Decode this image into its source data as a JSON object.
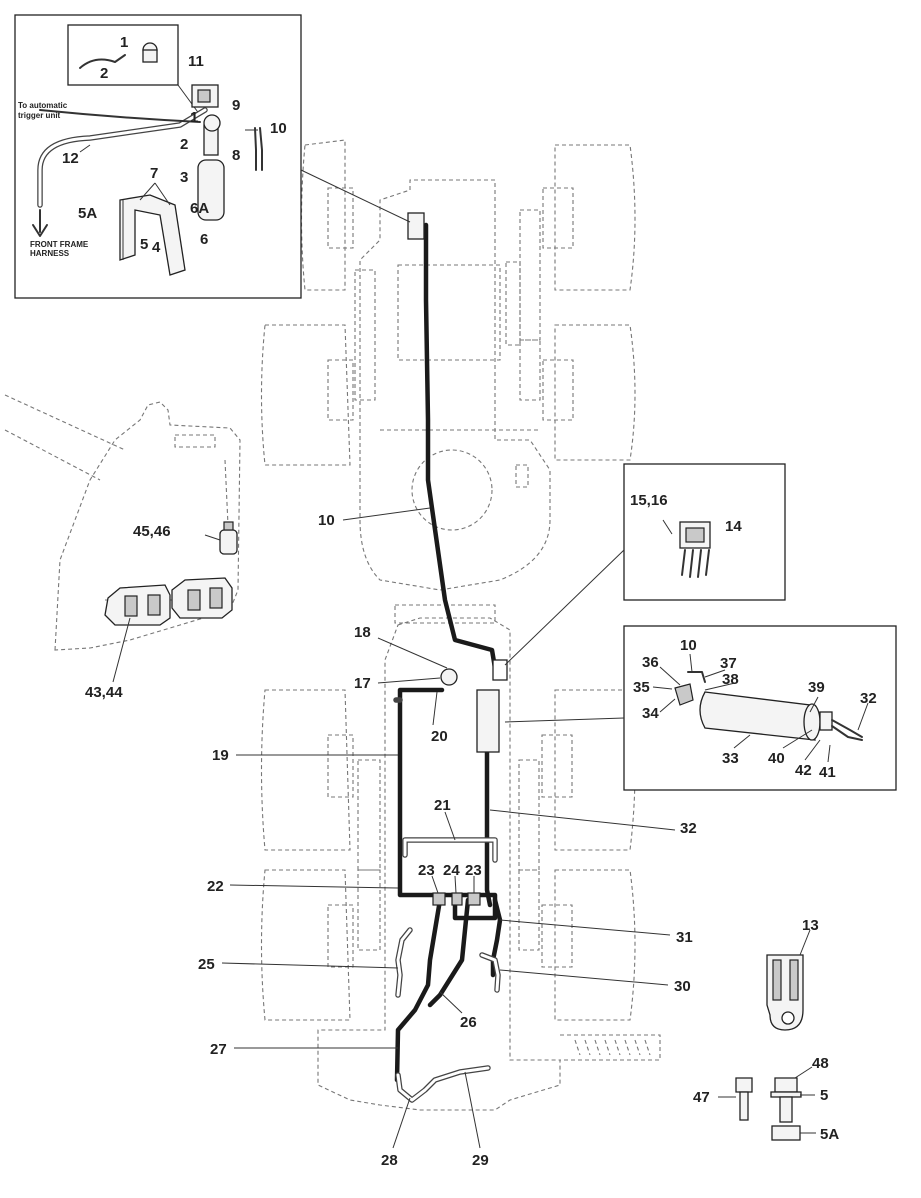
{
  "inset_top_left": {
    "note_trigger": [
      "To automatic",
      "trigger unit"
    ],
    "note_harness": [
      "FRONT FRAME",
      "HARNESS"
    ],
    "callouts": {
      "c1a": "1",
      "c2a": "2",
      "c11": "11",
      "c9": "9",
      "c1b": "1",
      "c2b": "2",
      "c8": "8",
      "c10": "10",
      "c12": "12",
      "c7": "7",
      "c3": "3",
      "c5A": "5A",
      "c6A": "6A",
      "c5": "5",
      "c4": "4",
      "c6": "6"
    }
  },
  "inset_right_small": {
    "callouts": {
      "c1516": "15,16",
      "c14": "14"
    }
  },
  "inset_right_large": {
    "callouts": {
      "c10": "10",
      "c36": "36",
      "c37": "37",
      "c35": "35",
      "c38": "38",
      "c39": "39",
      "c32": "32",
      "c34": "34",
      "c33": "33",
      "c40": "40",
      "c42": "42",
      "c41": "41"
    }
  },
  "cab_view": {
    "callouts": {
      "c4546": "45,46",
      "c4344": "43,44"
    }
  },
  "main_view": {
    "callouts": {
      "c10": "10",
      "c18": "18",
      "c17": "17",
      "c20": "20",
      "c19": "19",
      "c32": "32",
      "c21": "21",
      "c23a": "23",
      "c24": "24",
      "c23b": "23",
      "c22": "22",
      "c31": "31",
      "c25": "25",
      "c30": "30",
      "c26": "26",
      "c27": "27",
      "c28": "28",
      "c29": "29"
    }
  },
  "hardware": {
    "callouts": {
      "c13": "13",
      "c48": "48",
      "c47": "47",
      "c5": "5",
      "c5A": "5A"
    }
  }
}
